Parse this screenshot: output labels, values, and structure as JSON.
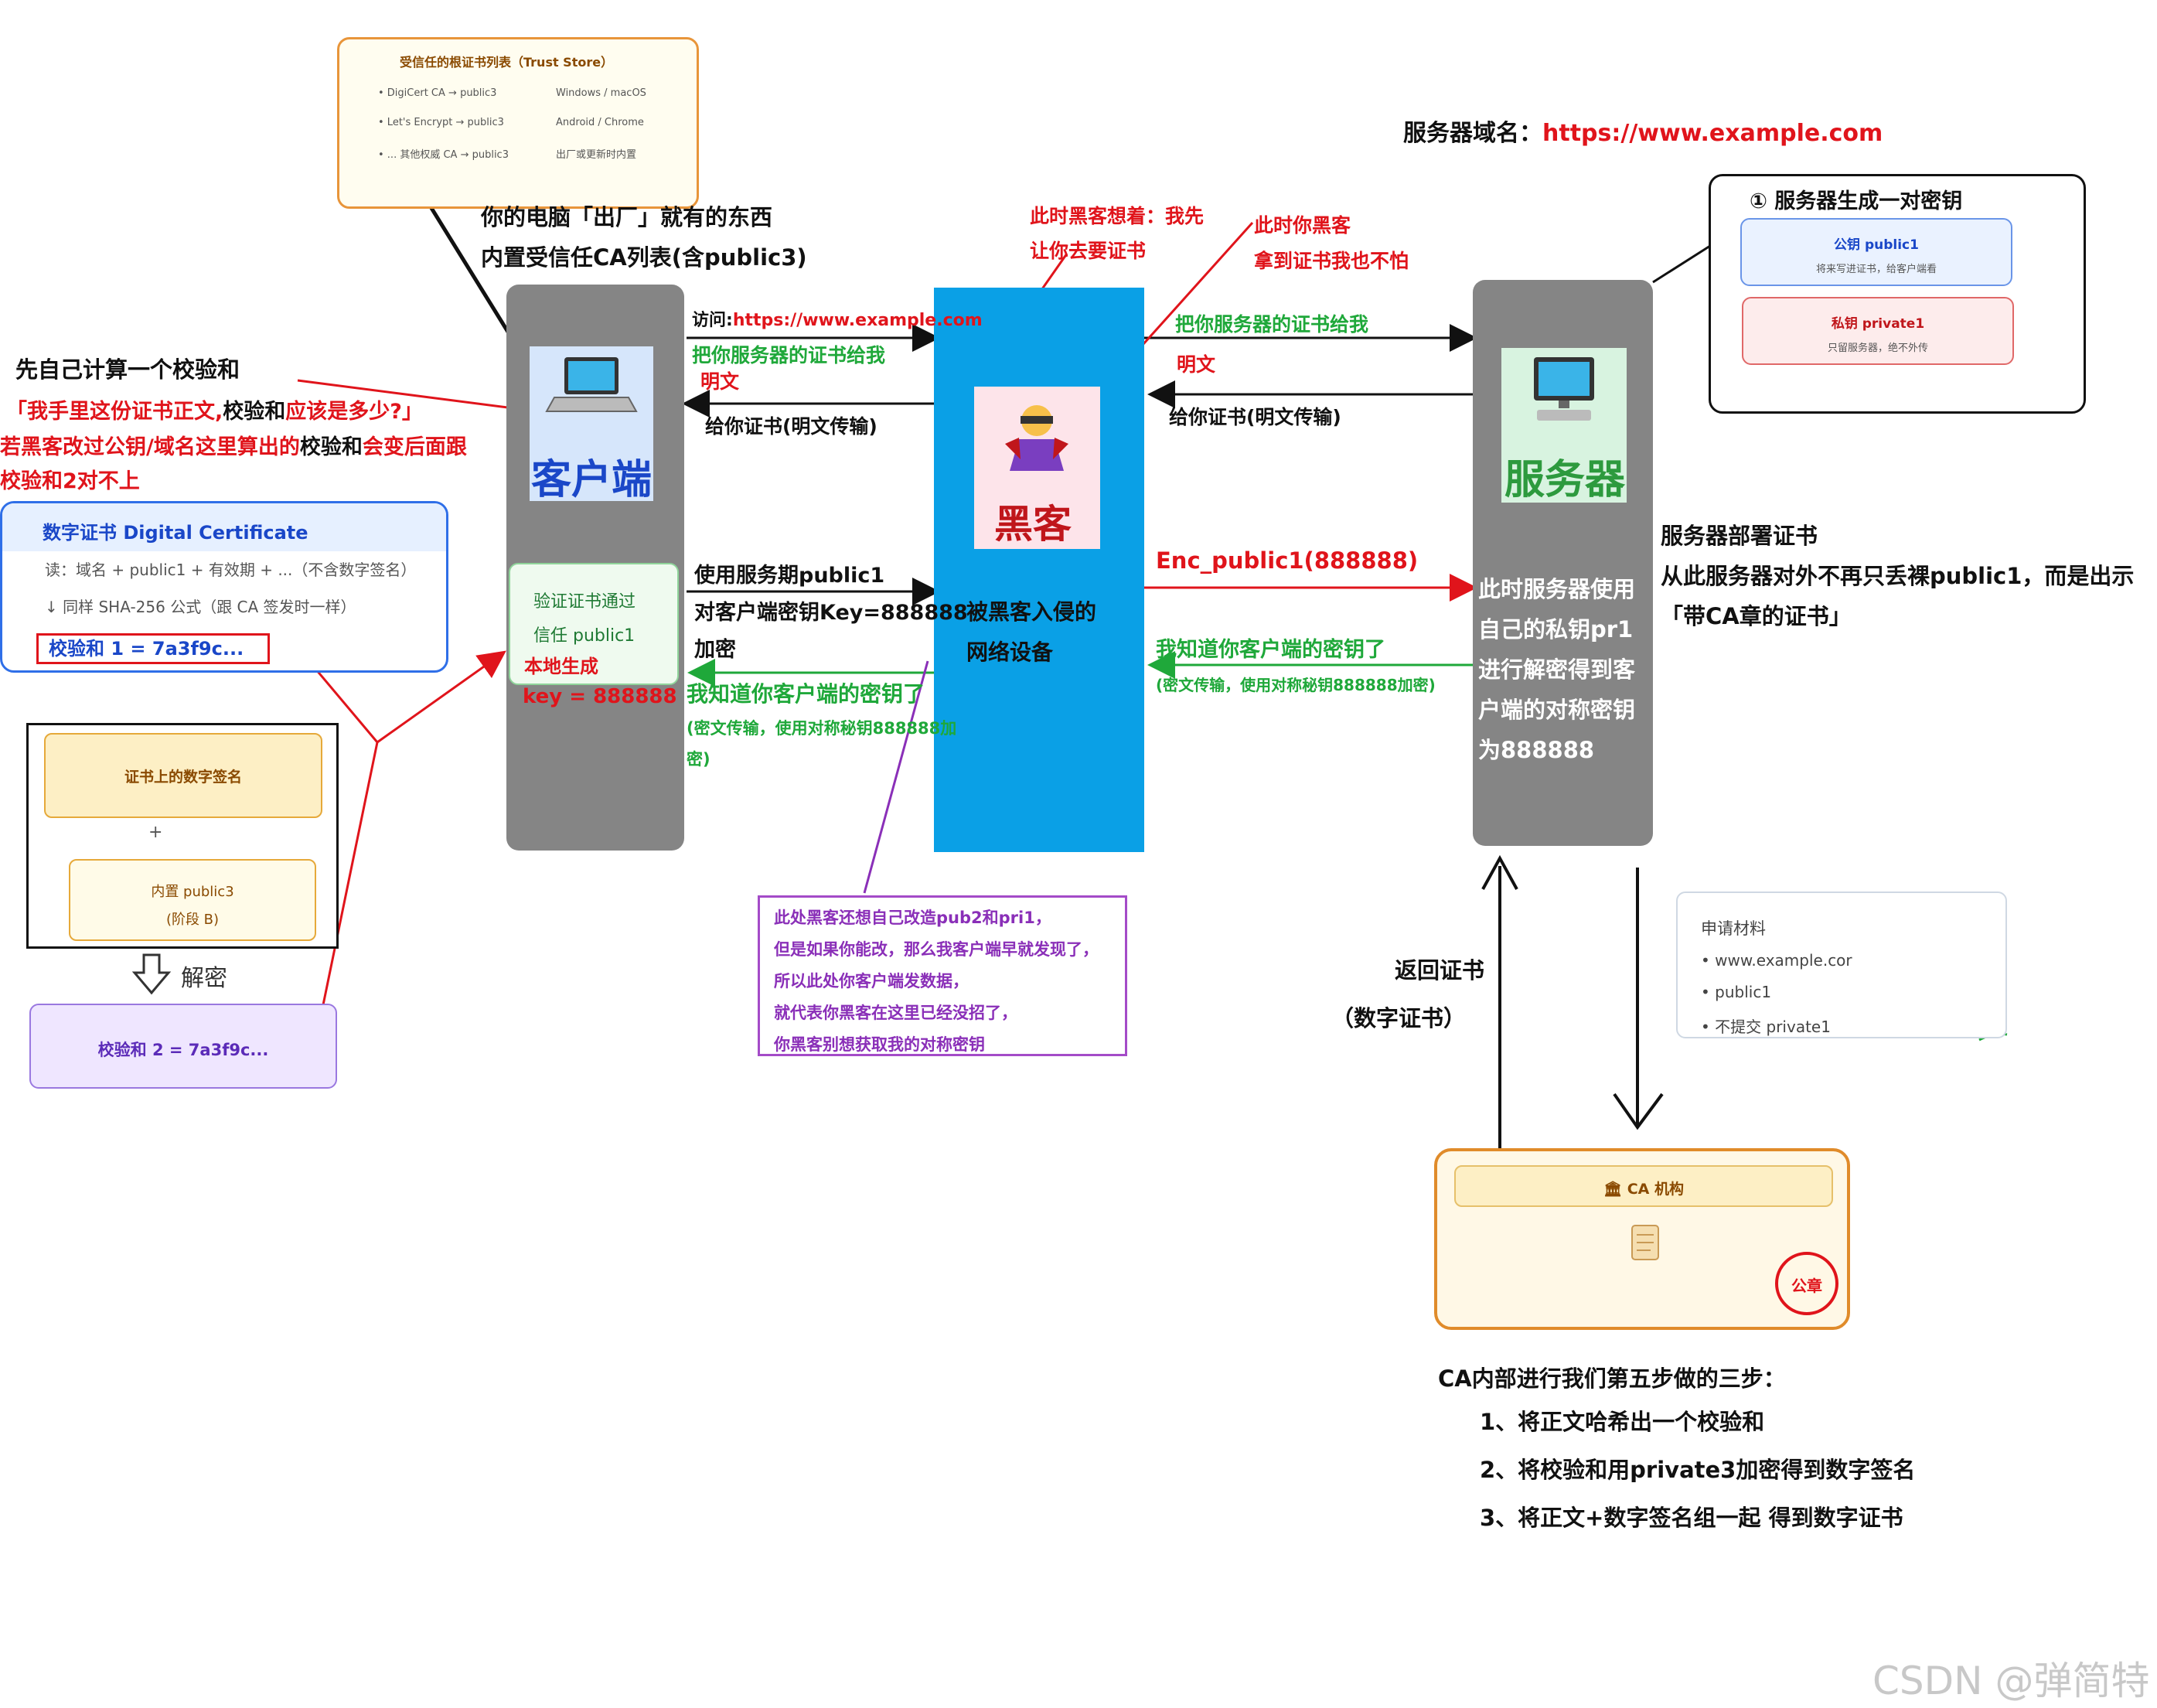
{
  "colors": {
    "red": "#e0141b",
    "green": "#1fa83a",
    "purple": "#8a2fb8",
    "blue": "#1a47c8",
    "pillar": "#858585",
    "hacker_bg": "#0aa0e6"
  },
  "trust_store": {
    "title": "受信任的根证书列表（Trust Store）",
    "rows": [
      {
        "left": "• DigiCert CA → public3",
        "right": "Windows / macOS"
      },
      {
        "left": "• Let's Encrypt → public3",
        "right": "Android / Chrome"
      },
      {
        "left": "• ... 其他权威 CA → public3",
        "right": "出厂或更新时内置"
      }
    ]
  },
  "factory_note": {
    "line1": "你的电脑「出厂」就有的东西",
    "line2": "内置受信任CA列表(含public3)"
  },
  "hacker_think": {
    "line1": "此时黑客想着：我先",
    "line2": "让你去要证书"
  },
  "hacker_notafraid": {
    "line1": "此时你黑客",
    "line2": "拿到证书我也不怕"
  },
  "server_domain": {
    "label": "服务器域名：",
    "url": "https://www.example.com"
  },
  "keypair": {
    "title": "① 服务器生成一对密钥",
    "public_title": "公钥 public1",
    "public_sub": "将来写进证书，给客户端看",
    "private_title": "私钥 private1",
    "private_sub": "只留服务器，绝不外传"
  },
  "checksum_note": {
    "title": "先自己计算一个校验和",
    "line2a": "「我手里这份证书正文,",
    "line2b": "校验和",
    "line2c": "应该是多少?」",
    "line3a": "若黑客改过公钥/域名这里算出的",
    "line3b": "校验和",
    "line3c": "会变后面跟",
    "line4": "校验和2对不上"
  },
  "cert_card": {
    "title": "数字证书 Digital Certificate",
    "read": "读：域名 + public1 + 有效期 + ...（不含数字签名）",
    "formula": "↓ 同样 SHA-256 公式（跟 CA 签发时一样）",
    "checksum1": "校验和 1 = 7a3f9c..."
  },
  "client": {
    "label": "客户端",
    "verify_line1": "验证证书通过",
    "verify_line2": "信任 public1",
    "verify_line3": "本地生成",
    "key": "key = 888888"
  },
  "visit": {
    "label": "访问:",
    "url": "https://www.example.com"
  },
  "send_cert_left": {
    "line1": "把你服务器的证书给我",
    "line2": "明文"
  },
  "give_cert_left": "给你证书(明文传输)",
  "encrypt_note": {
    "line1": "使用服务期public1",
    "line2": "对客户端密钥Key=888888",
    "line3": "加密"
  },
  "know_key_left": {
    "line1": "我知道你客户端的密钥了",
    "line2": "(密文传输，使用对称秘钥888888加",
    "line3": "密)"
  },
  "hacker": {
    "label": "黑客",
    "device_line1": "被黑客入侵的",
    "device_line2": "网络设备"
  },
  "send_cert_right": {
    "line1": "把你服务器的证书给我",
    "line2": "明文"
  },
  "give_cert_right": "给你证书(明文传输)",
  "enc_label": "Enc_public1(888888)",
  "know_key_right": {
    "line1": "我知道你客户端的密钥了",
    "line2": "(密文传输，使用对称秘钥888888加密)"
  },
  "server": {
    "label": "服务器",
    "decrypt_lines": [
      "此时服务器使用",
      "自己的私钥pr1",
      "进行解密得到客",
      "户端的对称密钥",
      "为888888"
    ]
  },
  "deploy_note": {
    "line1": "服务器部署证书",
    "line2": "从此服务器对外不再只丢裸public1，而是出示",
    "line3": "「带CA章的证书」"
  },
  "sign_panel": {
    "signature": "证书上的数字签名",
    "plus": "+",
    "builtin_line1": "内置 public3",
    "builtin_line2": "(阶段 B)",
    "decrypt": "解密",
    "checksum2": "校验和 2 = 7a3f9c..."
  },
  "hacker_purple_note": [
    "此处黑客还想自己改造pub2和pri1，",
    "但是如果你能改，那么我客户端早就发现了，",
    "所以此处你客户端发数据，",
    "就代表你黑客在这里已经没招了，",
    "你黑客别想获取我的对称密钥"
  ],
  "return_cert": {
    "line1": "返回证书",
    "line2": "（数字证书）"
  },
  "apply": {
    "title": "申请材料",
    "items": [
      "• www.example.cor",
      "• public1",
      "• 不提交 private1"
    ]
  },
  "ca": {
    "title": "🏛 CA 机构",
    "seal": "公章"
  },
  "ca_steps": {
    "title": "CA内部进行我们第五步做的三步：",
    "steps": [
      "1、将正文哈希出一个校验和",
      "2、将校验和用private3加密得到数字签名",
      "3、将正文+数字签名组一起 得到数字证书"
    ]
  },
  "watermark": "CSDN @弹简特"
}
